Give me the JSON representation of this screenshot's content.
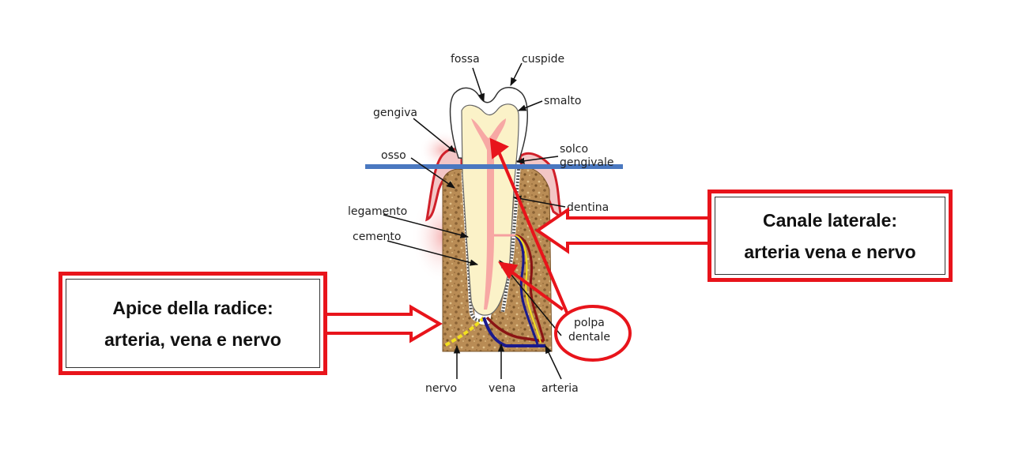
{
  "labels": {
    "fossa": "fossa",
    "cuspide": "cuspide",
    "smalto": "smalto",
    "gengiva": "gengiva",
    "solco_line1": "solco",
    "solco_line2": "gengivale",
    "osso": "osso",
    "dentina": "dentina",
    "legamento": "legamento",
    "cemento": "cemento",
    "polpa_line1": "polpa",
    "polpa_line2": "dentale",
    "nervo": "nervo",
    "vena": "vena",
    "arteria": "arteria"
  },
  "callouts": {
    "right": {
      "line1": "Canale laterale:",
      "line2": "arteria vena e nervo"
    },
    "left": {
      "line1": "Apice della radice:",
      "line2": "arteria, vena e nervo"
    }
  },
  "colors": {
    "accent_red": "#e8141b",
    "gum_line_blue": "#4a78c0",
    "bone": "#b98c55",
    "dentin": "#fbf2c8",
    "pulp": "#f6a0a0",
    "gum": "#d0202a",
    "nerve": "#f2e020",
    "vein": "#1a1a8c",
    "artery": "#8a1414"
  }
}
